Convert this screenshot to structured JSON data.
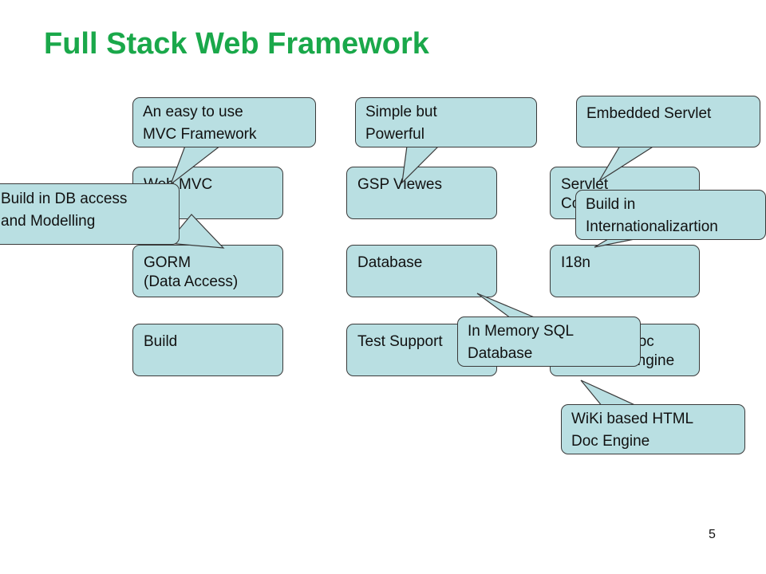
{
  "slide": {
    "title": "Full Stack Web Framework",
    "page_number": "5"
  },
  "colors": {
    "title": "#1aa84a",
    "box_fill": "#b9dfe2",
    "box_border": "#3a3a3a"
  },
  "boxes": {
    "web_mvc": "Web MVC",
    "gorm": "GORM\n(Data Access)",
    "build": "Build",
    "gsp": "GSP Viewes",
    "database": "Database",
    "test_support": "Test Support",
    "servlet": "Servlet\nContainer",
    "i18n": "I18n",
    "doc_engine": "Doc Engine"
  },
  "callouts": {
    "mvc_framework": "An easy to use\nMVC Framework",
    "simple_powerful": "Simple but\nPowerful",
    "embedded_servlet": "Embedded Servlet",
    "db_access": "Build in DB access\nand Modelling",
    "i18n_note": "Build in\nInternationalizartion",
    "in_memory_db": "In Memory SQL\nDatabase",
    "wiki_doc": "WiKi based HTML\nDoc Engine"
  }
}
